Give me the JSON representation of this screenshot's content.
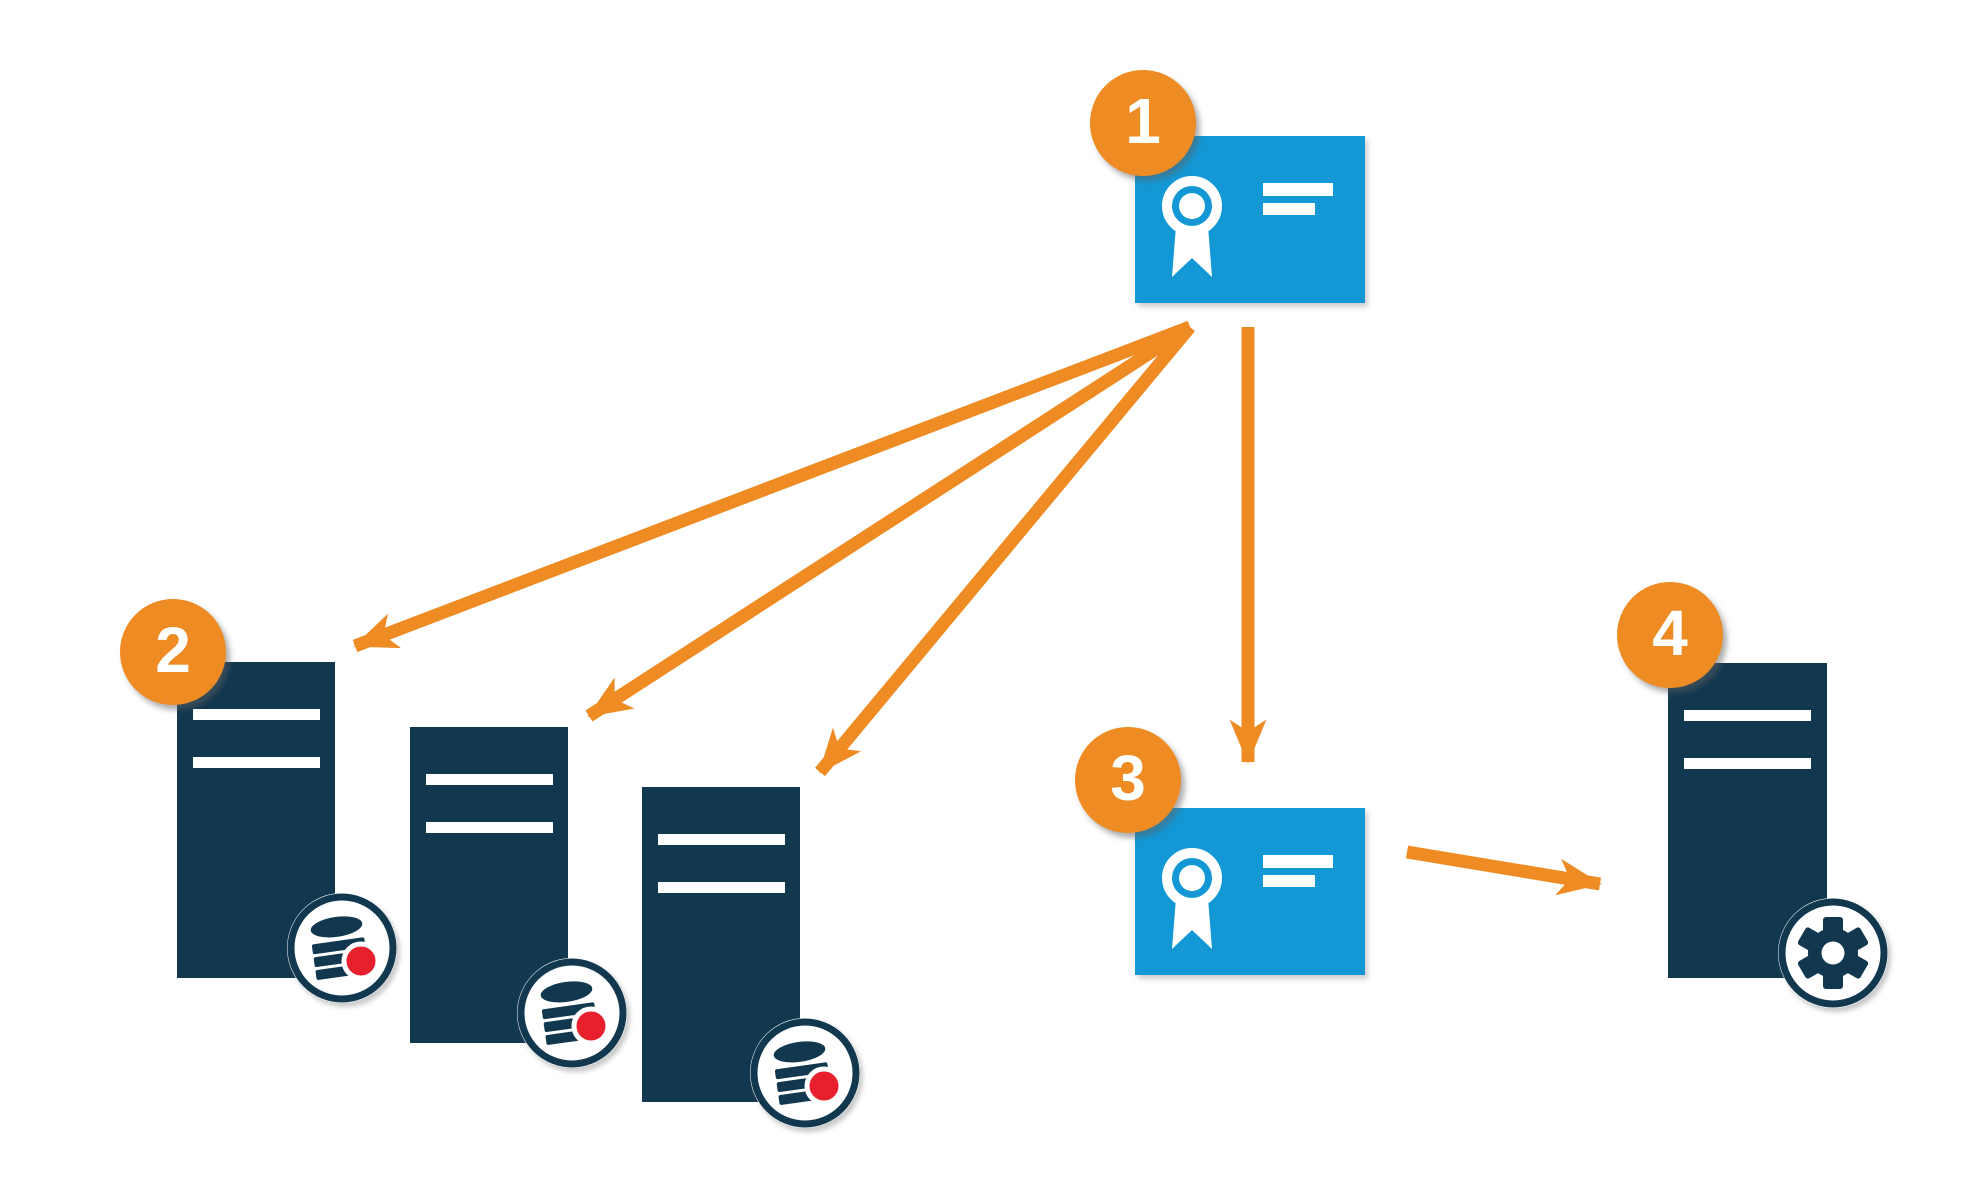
{
  "colors": {
    "orange": "#ee8b23",
    "blue": "#1398d5",
    "navy": "#123850",
    "red": "#e8202e",
    "white": "#ffffff"
  },
  "badges": [
    {
      "label": "1"
    },
    {
      "label": "2"
    },
    {
      "label": "3"
    },
    {
      "label": "4"
    }
  ],
  "icons": {
    "certificate": "certificate-rosette-icon",
    "server": "server-tower-icon",
    "database_record": "database-record-icon",
    "gear": "gear-icon",
    "arrow": "orange-arrow"
  }
}
